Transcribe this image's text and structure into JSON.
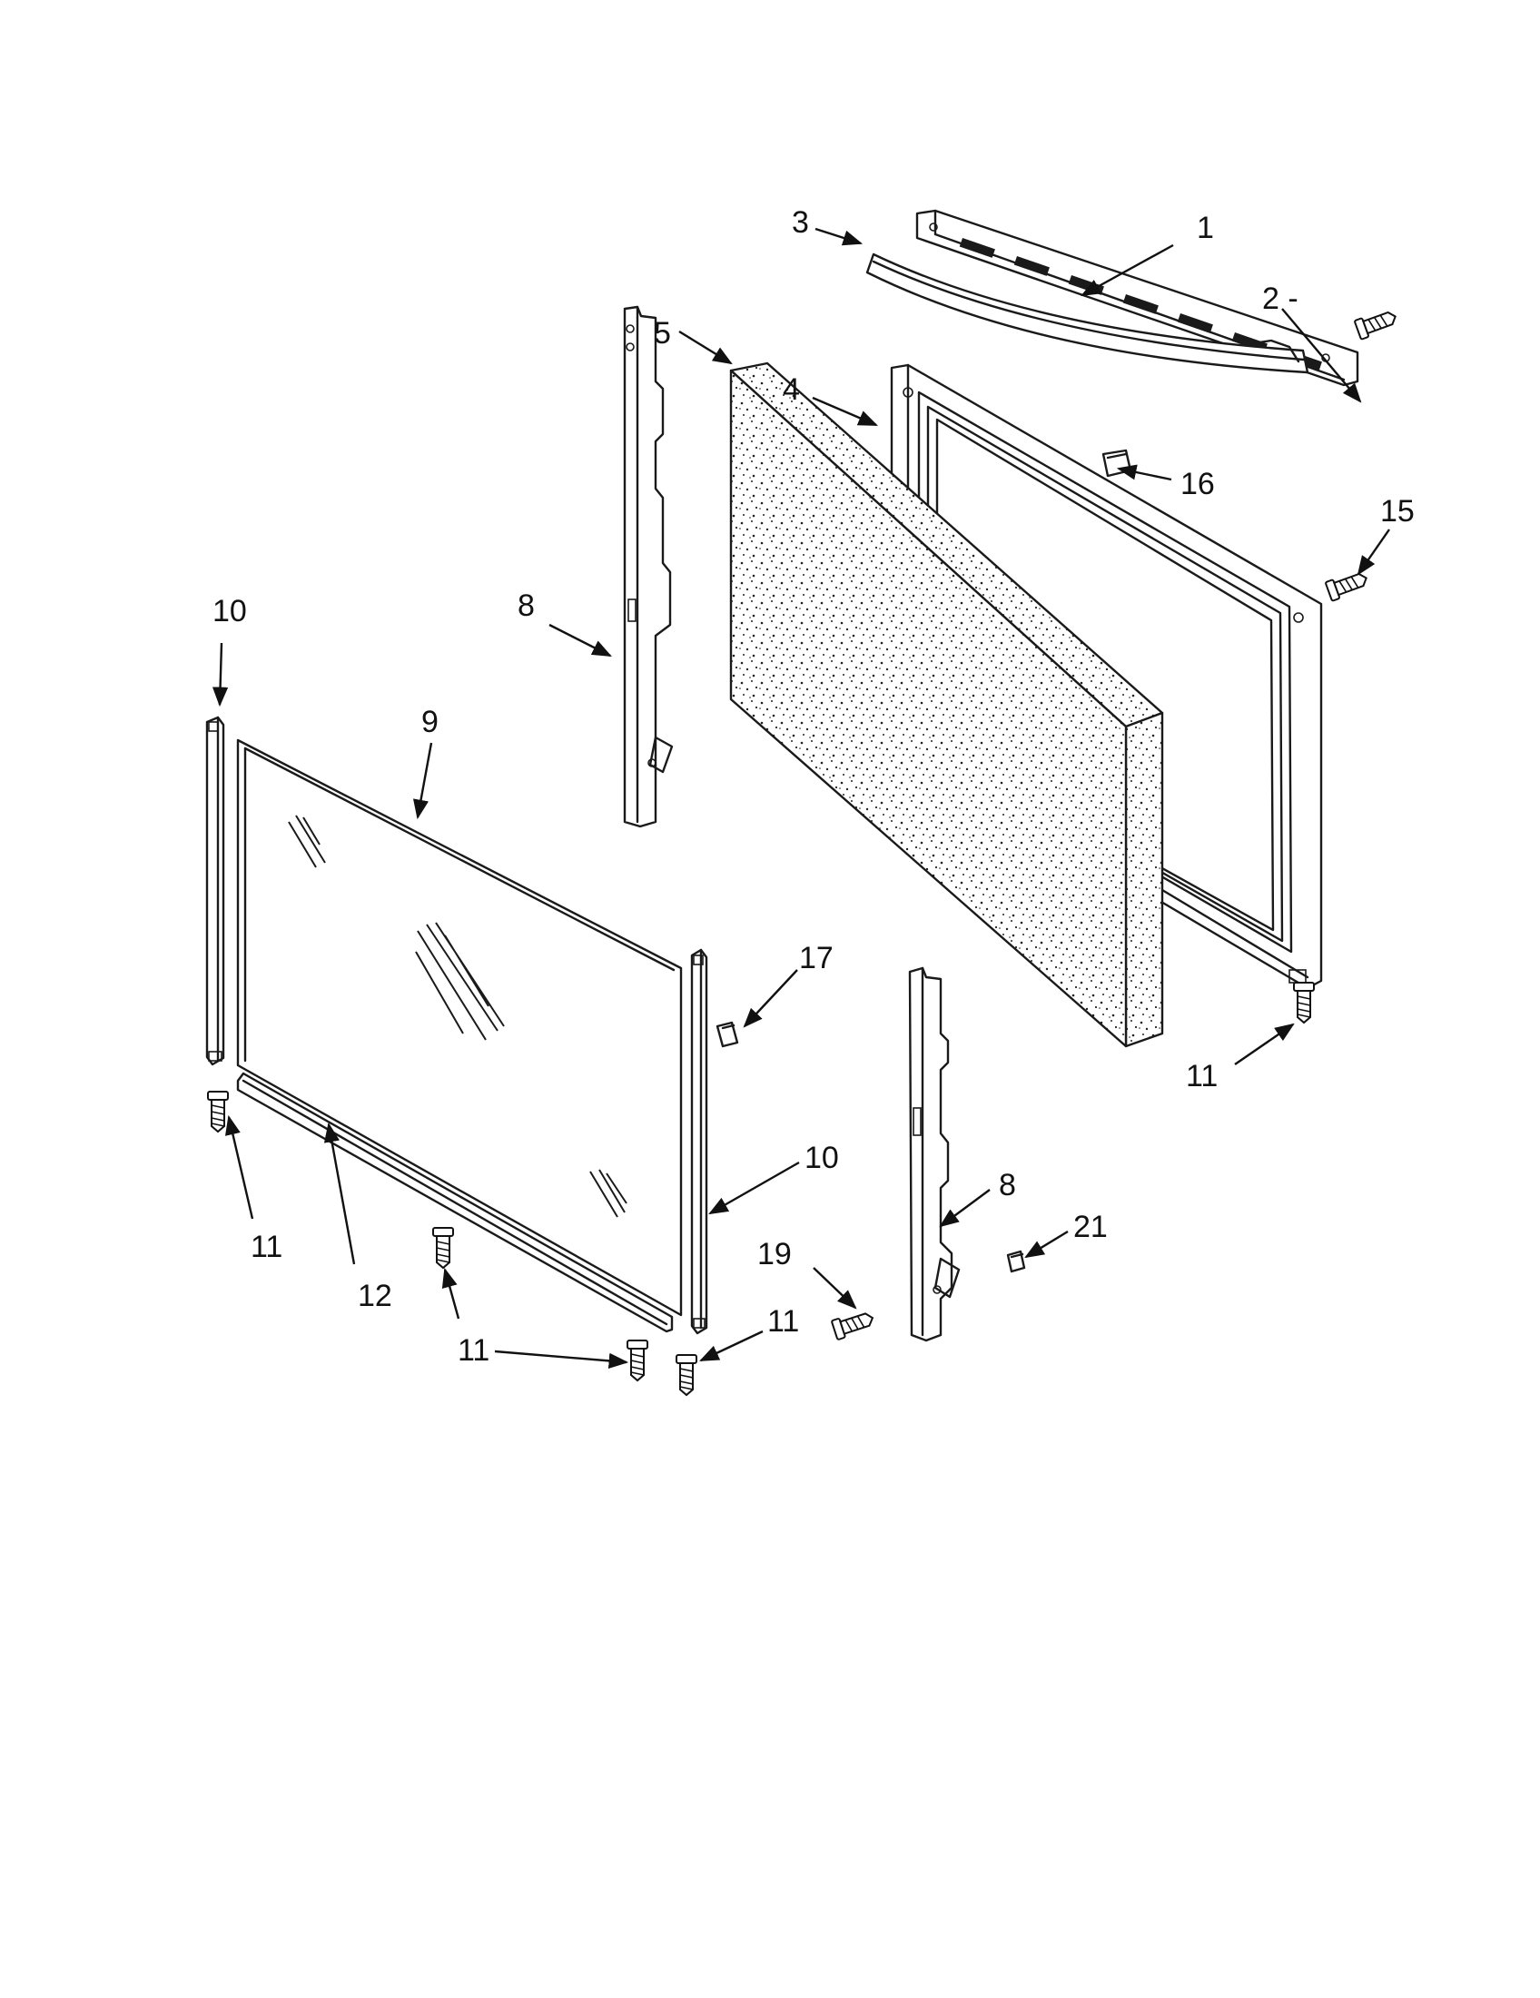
{
  "colors": {
    "ink": "#111111",
    "paper": "#ffffff"
  },
  "callouts": {
    "c1": "1",
    "c2": "2 -",
    "c3": "3",
    "c4": "4",
    "c5": "5",
    "c8a": "8",
    "c8b": "8",
    "c9": "9",
    "c10a": "10",
    "c10b": "10",
    "c11a": "11",
    "c11b": "11",
    "c11c": "11",
    "c11d": "11",
    "c12": "12",
    "c15": "15",
    "c16": "16",
    "c17": "17",
    "c19": "19",
    "c21": "21"
  }
}
